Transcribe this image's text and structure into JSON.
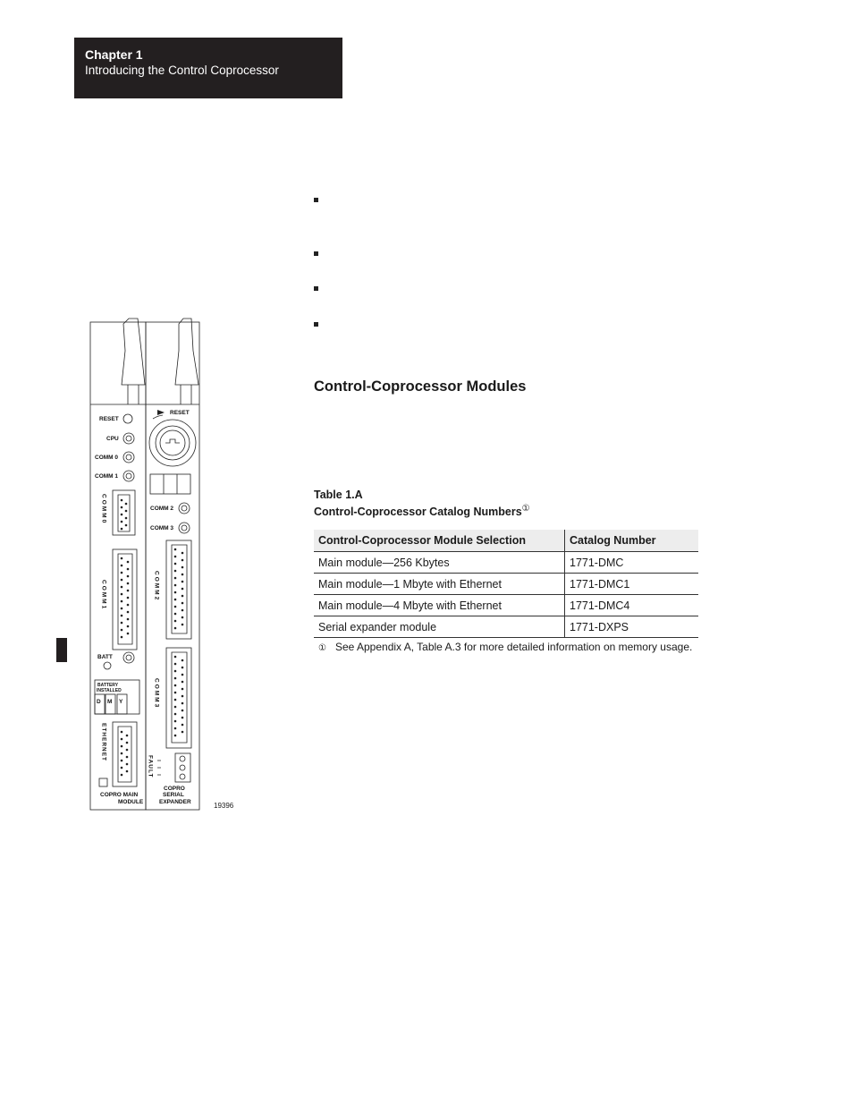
{
  "header": {
    "chapter": "Chapter  1",
    "subtitle": "Introducing the Control Coprocessor"
  },
  "section_title": "Control-Coprocessor Modules",
  "table": {
    "number": "Table 1.A",
    "caption": "Control-Coprocessor Catalog Numbers",
    "caption_mark": "①",
    "headers": [
      "Control-Coprocessor Module Selection",
      "Catalog Number"
    ],
    "rows": [
      [
        "Main module—256 Kbytes",
        "1771-DMC"
      ],
      [
        "Main module—1 Mbyte with Ethernet",
        "1771-DMC1"
      ],
      [
        "Main module—4 Mbyte with Ethernet",
        "1771-DMC4"
      ],
      [
        "Serial expander module",
        "1771-DXPS"
      ]
    ],
    "footnote_mark": "①",
    "footnote": "See Appendix A, Table A.3 for more detailed information on memory usage."
  },
  "figure": {
    "id": "19396",
    "main_labels": {
      "reset": "RESET",
      "cpu": "CPU",
      "comm0": "COMM 0",
      "comm1": "COMM 1",
      "comm0_vert": "COMM0",
      "comm1_vert": "COMM1",
      "batt": "BATT",
      "battery_line1": "BATTERY",
      "battery_line2": "INSTALLED",
      "d": "D",
      "m": "M",
      "y": "Y",
      "ethernet_vert": "ETHERNET",
      "caption_line1": "COPRO  MAIN",
      "caption_line2": "MODULE"
    },
    "expander_labels": {
      "reset": "RESET",
      "comm2": "COMM 2",
      "comm3": "COMM 3",
      "comm2_vert": "COMM2",
      "comm3_vert": "COMM3",
      "fault_vert": "FAULT",
      "caption_line1": "COPRO",
      "caption_line2": "SERIAL",
      "caption_line3": "EXPANDER"
    }
  }
}
